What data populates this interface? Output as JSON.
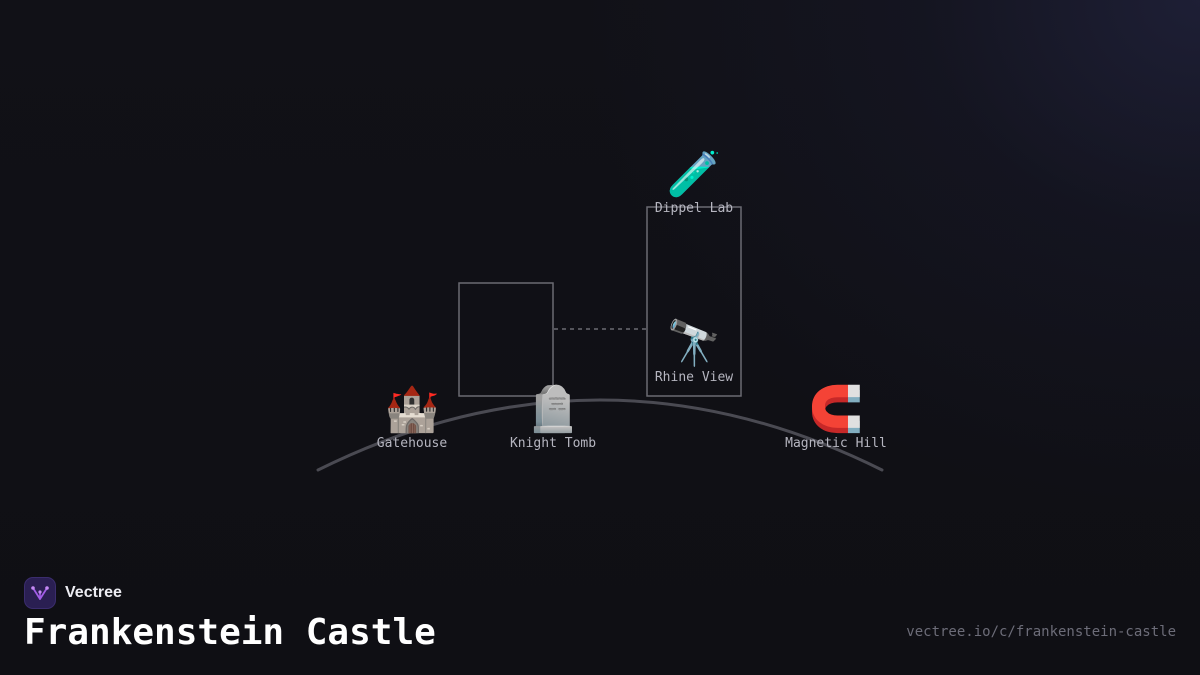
{
  "brand": {
    "name": "Vectree",
    "logo_icon": "tree-branch-icon",
    "accent": "#a25de8"
  },
  "title": "Frankenstein Castle",
  "url": "vectree.io/c/frankenstein-castle",
  "colors": {
    "background": "#101016",
    "line": "#5a5a62",
    "label": "#b6b6c0"
  },
  "locations": [
    {
      "id": "gatehouse",
      "label": "Gatehouse",
      "icon": "🏰",
      "icon_name": "castle-icon"
    },
    {
      "id": "knight-tomb",
      "label": "Knight Tomb",
      "icon": "🪦",
      "icon_name": "headstone-icon"
    },
    {
      "id": "rhine-view",
      "label": "Rhine View",
      "icon": "🔭",
      "icon_name": "telescope-icon"
    },
    {
      "id": "dippel-lab",
      "label": "Dippel Lab",
      "icon": "🧪",
      "icon_name": "test-tube-icon"
    },
    {
      "id": "magnetic-hill",
      "label": "Magnetic Hill",
      "icon": "🧲",
      "icon_name": "magnet-icon"
    }
  ]
}
